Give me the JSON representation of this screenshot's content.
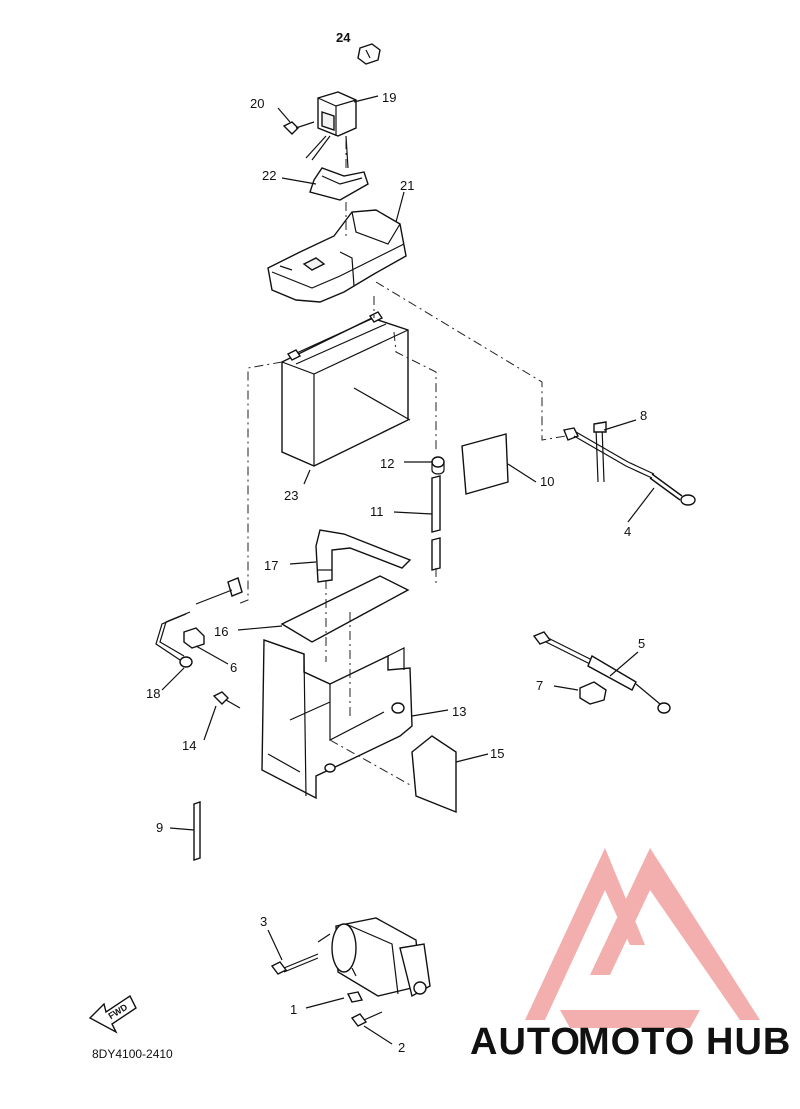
{
  "diagram": {
    "drawing_code": "8DY4100-2410",
    "fwd_label": "FWD",
    "labels": {
      "p1": "1",
      "p2": "2",
      "p3": "3",
      "p4": "4",
      "p5": "5",
      "p6": "6",
      "p7": "7",
      "p8": "8",
      "p9": "9",
      "p10": "10",
      "p11": "11",
      "p12": "12",
      "p13": "13",
      "p14": "14",
      "p15": "15",
      "p16": "16",
      "p17": "17",
      "p18": "18",
      "p19": "19",
      "p20": "20",
      "p21": "21",
      "p22": "22",
      "p23": "23",
      "p24": "24"
    }
  },
  "watermark": {
    "part1": "AUTO",
    "part2": "MOTO",
    "part3": "HUB",
    "colors": {
      "auto": "#f5c07a",
      "moto": "#f08f8f",
      "hub": "#9a9a9a",
      "logo": "#f2a0a0"
    }
  }
}
